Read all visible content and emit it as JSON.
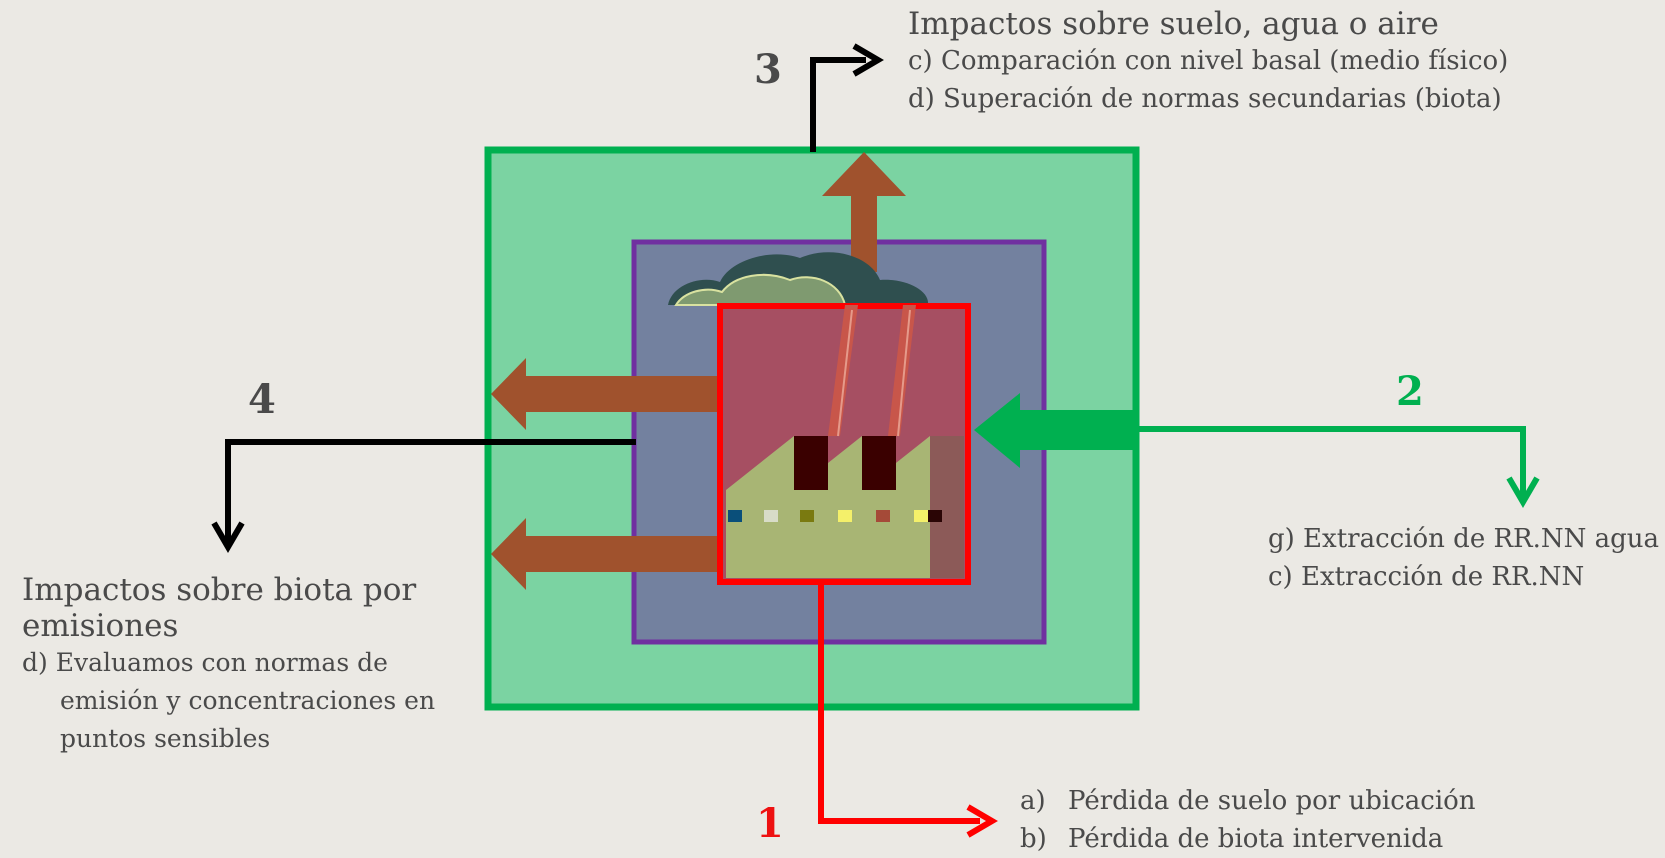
{
  "numbers": {
    "n1": "1",
    "n2": "2",
    "n3": "3",
    "n4": "4"
  },
  "top_block": {
    "title": "Impactos sobre suelo, agua o aire",
    "line1": "c) Comparación con nivel basal (medio físico)",
    "line2": "d) Superación de normas secundarias (biota)"
  },
  "left_block": {
    "title_line1": "Impactos sobre biota por",
    "title_line2": "emisiones",
    "line1": "d) Evaluamos con normas de emisión y concentraciones en puntos sensibles"
  },
  "right_block": {
    "line1": "g) Extracción de RR.NN agua",
    "line2": "c) Extracción de RR.NN"
  },
  "bottom_block": {
    "items": [
      {
        "marker": "a)",
        "text": "Pérdida de suelo por ubicación"
      },
      {
        "marker": "b)",
        "text": "Pérdida de biota intervenida"
      }
    ]
  },
  "colors": {
    "background": "#ebe9e4",
    "outer_fill": "#7bd3a2",
    "outer_border": "#00b050",
    "middle_fill": "#73819f",
    "middle_border": "#7030a0",
    "inner_fill": "#a64f62",
    "inner_border": "#ff0000",
    "flow_arrow": "#a0522d",
    "input_arrow": "#00b050",
    "num1": "#ee1111",
    "num2": "#00b050",
    "num3": "#4a4a4a",
    "num4": "#4a4a4a",
    "connector_black": "#000000",
    "connector_red": "#ff0000",
    "connector_green": "#00b050"
  },
  "icons": [
    "factory-icon",
    "smoke-cloud-icon",
    "output-arrow-icon",
    "input-arrow-icon"
  ]
}
